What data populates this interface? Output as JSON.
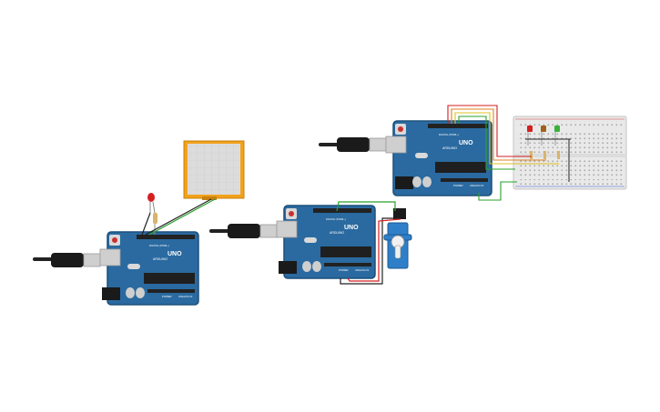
{
  "boards": [
    {
      "id": "board-left",
      "logo": "UNO",
      "brand": "ARDUINO",
      "digital_label": "DIGITAL (PWM~)",
      "power_label": "POWER",
      "analog_label": "ANALOG IN"
    },
    {
      "id": "board-middle",
      "logo": "UNO",
      "brand": "ARDUINO",
      "digital_label": "DIGITAL (PWM~)",
      "power_label": "POWER",
      "analog_label": "ANALOG IN"
    },
    {
      "id": "board-right",
      "logo": "UNO",
      "brand": "ARDUINO",
      "digital_label": "DIGITAL (PWM~)",
      "power_label": "POWER",
      "analog_label": "ANALOG IN"
    }
  ],
  "components": {
    "touchpad": "touch-sensor-pad",
    "led": "red-led",
    "servo": "micro-servo",
    "breadboard": "breadboard",
    "traffic_leds": [
      "red",
      "orange",
      "green"
    ]
  },
  "colors": {
    "board_blue": "#2a6aa0",
    "board_dark": "#1d4f7a",
    "wire_red": "#d42020",
    "wire_green": "#2aa02a",
    "wire_black": "#222222",
    "wire_yellow": "#e0c020",
    "wire_orange": "#e08020",
    "pad_orange": "#f2a21a",
    "servo_blue": "#2f7fc8"
  }
}
